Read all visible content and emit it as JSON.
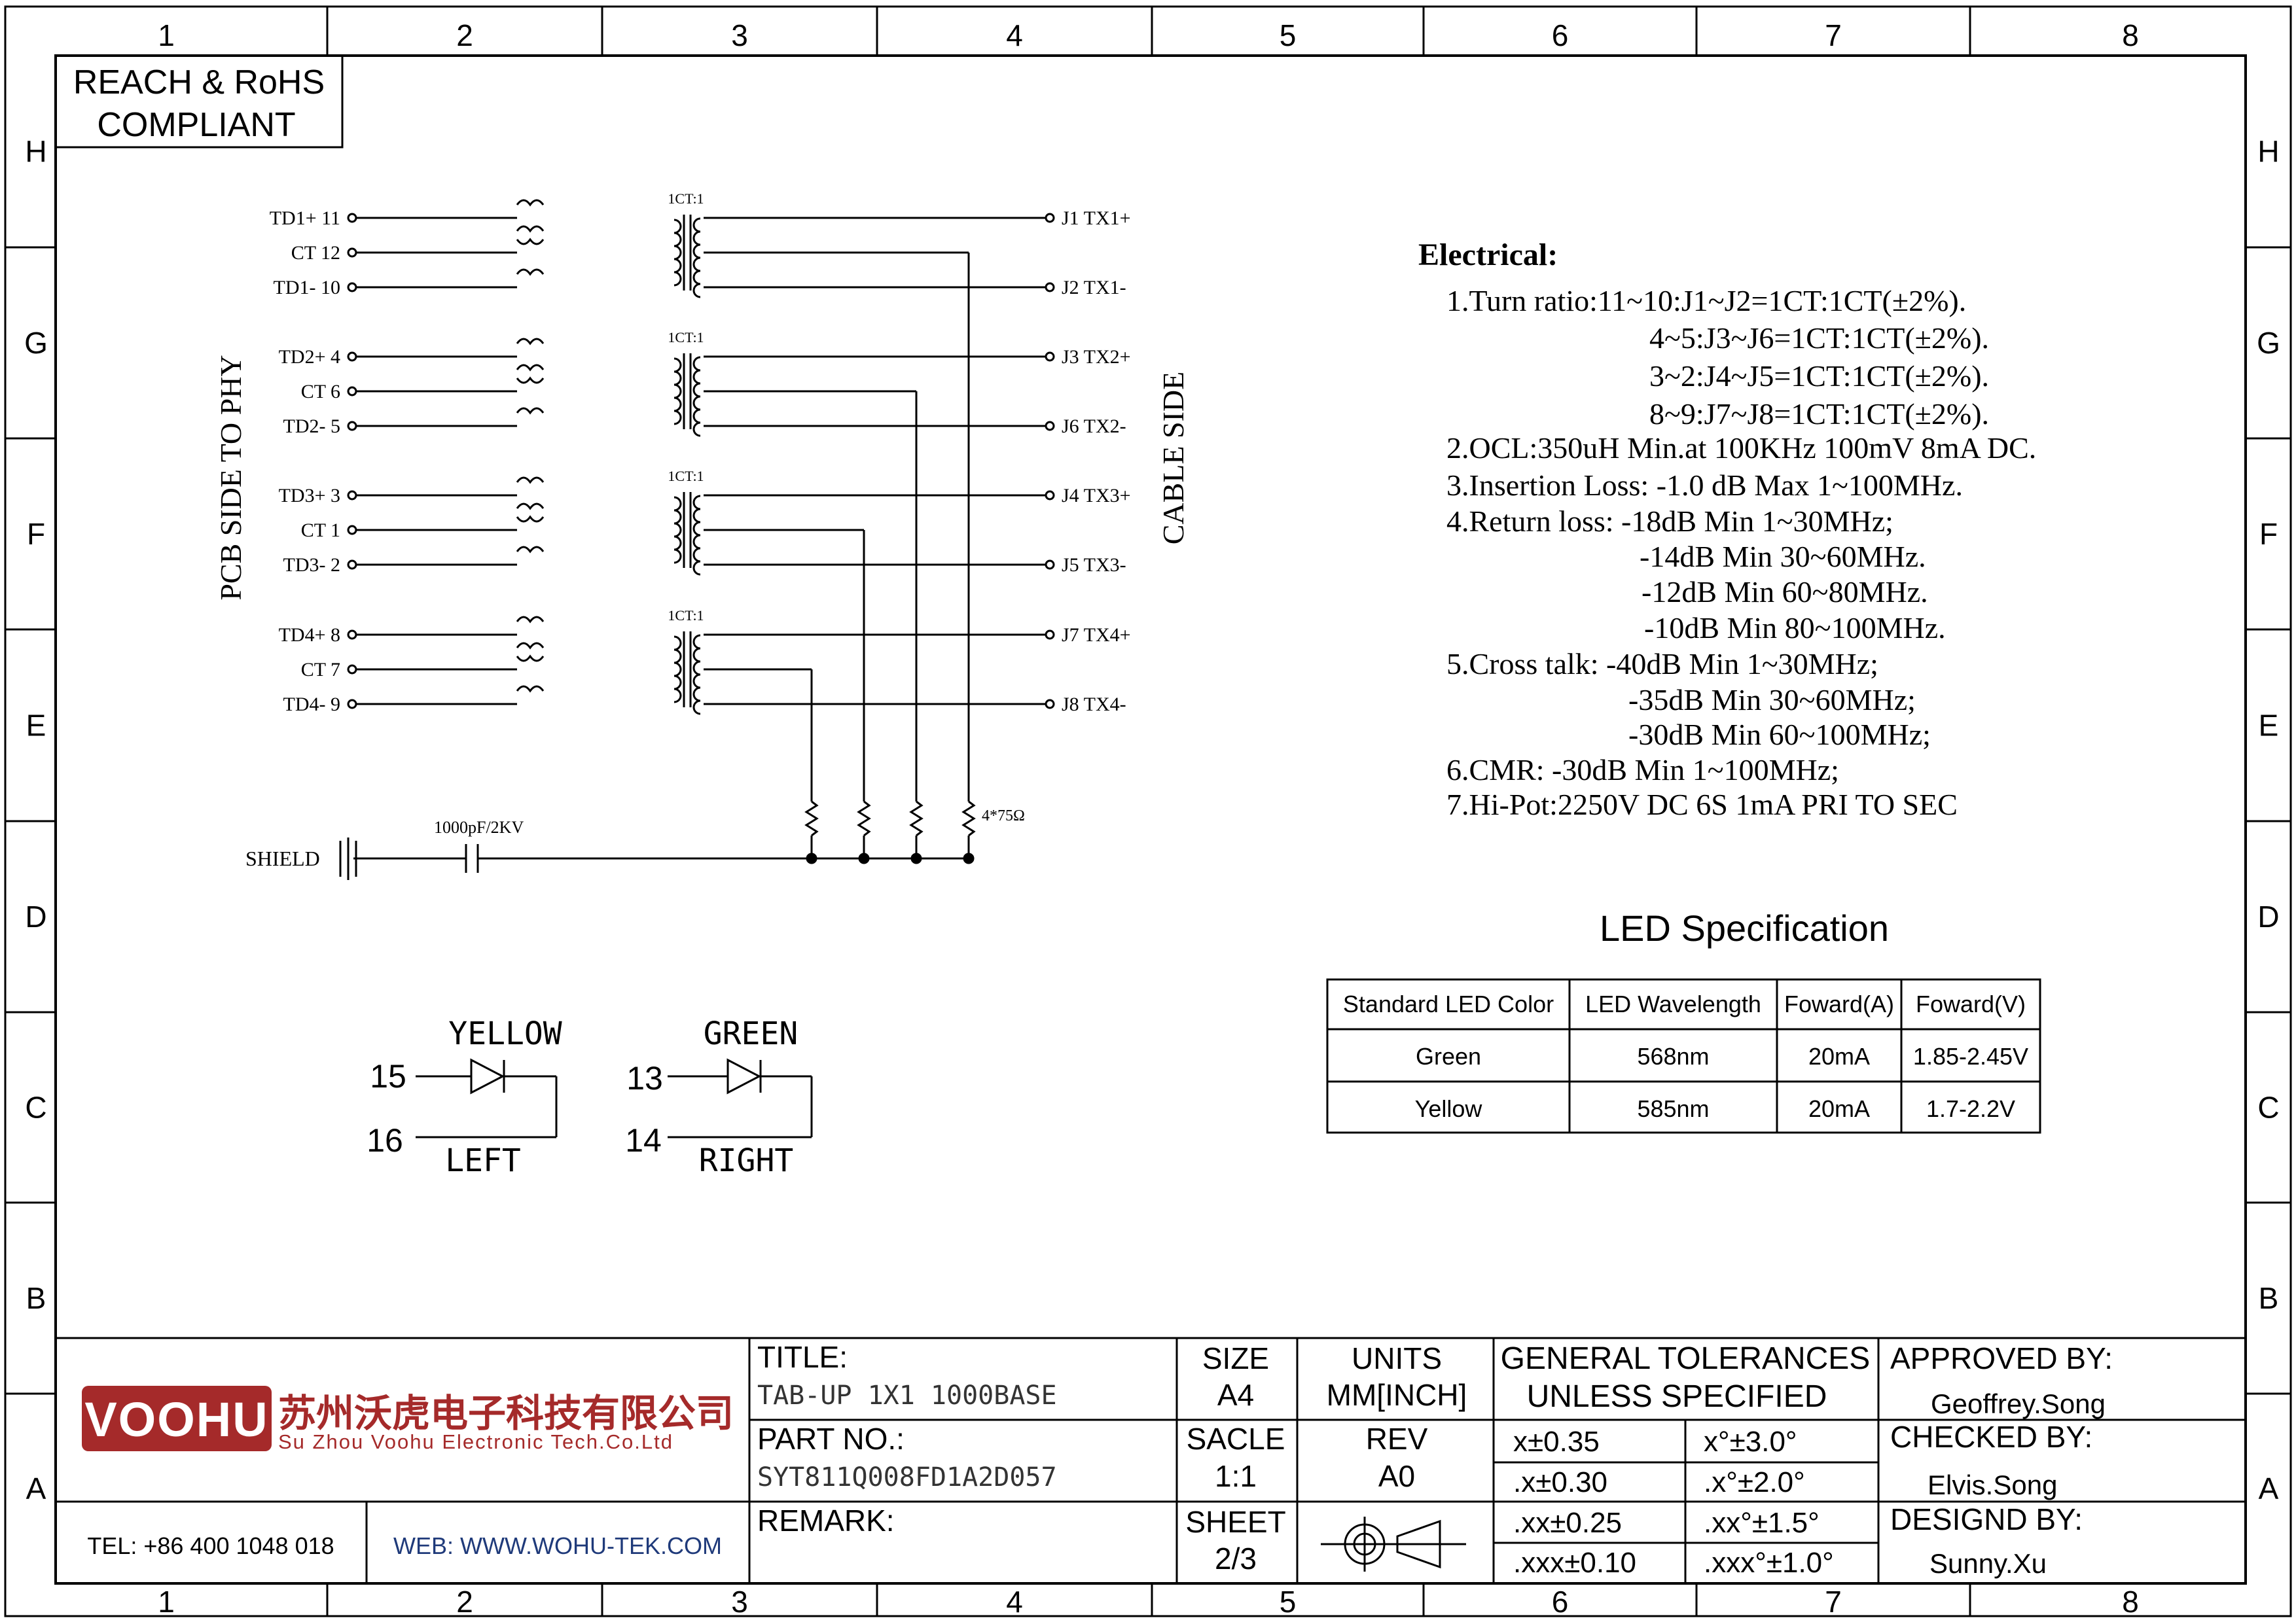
{
  "border": {
    "columns": [
      "1",
      "2",
      "3",
      "4",
      "5",
      "6",
      "7",
      "8"
    ],
    "rows": [
      "H",
      "G",
      "F",
      "E",
      "D",
      "C",
      "B",
      "A"
    ]
  },
  "compliance": {
    "line1": "REACH & RoHS",
    "line2": "COMPLIANT"
  },
  "schematic": {
    "side_left": "PCB SIDE TO PHY",
    "side_right": "CABLE SIDE",
    "ratio_label": "1CT:1",
    "channels": [
      {
        "pins": [
          "TD1+ 11",
          "CT  12",
          "TD1- 10"
        ],
        "outs": [
          "J1  TX1+",
          "J2  TX1-"
        ]
      },
      {
        "pins": [
          "TD2+ 4",
          "CT  6",
          "TD2- 5"
        ],
        "outs": [
          "J3  TX2+",
          "J6  TX2-"
        ]
      },
      {
        "pins": [
          "TD3+ 3",
          "CT  1",
          "TD3- 2"
        ],
        "outs": [
          "J4  TX3+",
          "J5  TX3-"
        ]
      },
      {
        "pins": [
          "TD4+ 8",
          "CT  7",
          "TD4- 9"
        ],
        "outs": [
          "J7  TX4+",
          "J8  TX4-"
        ]
      }
    ],
    "resistor_label": "4*75Ω",
    "cap_label": "1000pF/2KV",
    "shield_label": "SHIELD"
  },
  "leds": {
    "left": {
      "color": "YELLOW",
      "pin_a": "15",
      "pin_b": "16",
      "side": "LEFT"
    },
    "right": {
      "color": "GREEN",
      "pin_a": "13",
      "pin_b": "14",
      "side": "RIGHT"
    }
  },
  "electrical": {
    "title": "Electrical:",
    "lines": [
      "1.Turn ratio:11~10:J1~J2=1CT:1CT(±2%).",
      "4~5:J3~J6=1CT:1CT(±2%).",
      "3~2:J4~J5=1CT:1CT(±2%).",
      "8~9:J7~J8=1CT:1CT(±2%).",
      "2.OCL:350uH Min.at 100KHz 100mV 8mA DC.",
      "3.Insertion Loss: -1.0 dB Max 1~100MHz.",
      "4.Return loss: -18dB Min 1~30MHz;",
      "-14dB Min 30~60MHz.",
      "-12dB Min 60~80MHz.",
      "-10dB Min 80~100MHz.",
      "5.Cross talk: -40dB Min 1~30MHz;",
      "-35dB Min 30~60MHz;",
      "-30dB Min 60~100MHz;",
      "6.CMR: -30dB Min 1~100MHz;",
      "7.Hi-Pot:2250V DC 6S 1mA PRI TO SEC"
    ]
  },
  "led_spec": {
    "title": "LED Specification",
    "headers": [
      "Standard LED Color",
      "LED Wavelength",
      "Foward(A)",
      "Foward(V)"
    ],
    "rows": [
      [
        "Green",
        "568nm",
        "20mA",
        "1.85-2.45V"
      ],
      [
        "Yellow",
        "585nm",
        "20mA",
        "1.7-2.2V"
      ]
    ]
  },
  "title_block": {
    "logo": "VOOHU",
    "company_cn": "苏州沃虎电子科技有限公司",
    "company_en": "Su Zhou Voohu Electronic Tech.Co.Ltd",
    "tel": "TEL: +86 400 1048 018",
    "web": "WEB: WWW.WOHU-TEK.COM",
    "title_label": "TITLE:",
    "title_value": "TAB-UP 1X1 1000BASE",
    "part_label": "PART NO.:",
    "part_value": "SYT811Q008FD1A2D057",
    "remark_label": "REMARK:",
    "size_label": "SIZE",
    "size_value": "A4",
    "units_label": "UNITS",
    "units_value": "MM[INCH]",
    "scale_label": "SACLE",
    "scale_value": "1:1",
    "rev_label": "REV",
    "rev_value": "A0",
    "sheet_label": "SHEET",
    "sheet_value": "2/3",
    "tol_title1": "GENERAL TOLERANCES",
    "tol_title2": "UNLESS SPECIFIED",
    "tolerances": [
      [
        "x±0.35",
        "x°±3.0°"
      ],
      [
        ".x±0.30",
        ".x°±2.0°"
      ],
      [
        ".xx±0.25",
        ".xx°±1.5°"
      ],
      [
        ".xxx±0.10",
        ".xxx°±1.0°"
      ]
    ],
    "approved_label": "APPROVED BY:",
    "approved_value": "Geoffrey.Song",
    "checked_label": "CHECKED BY:",
    "checked_value": "Elvis.Song",
    "designed_label": "DESIGND BY:",
    "designed_value": "Sunny.Xu"
  }
}
